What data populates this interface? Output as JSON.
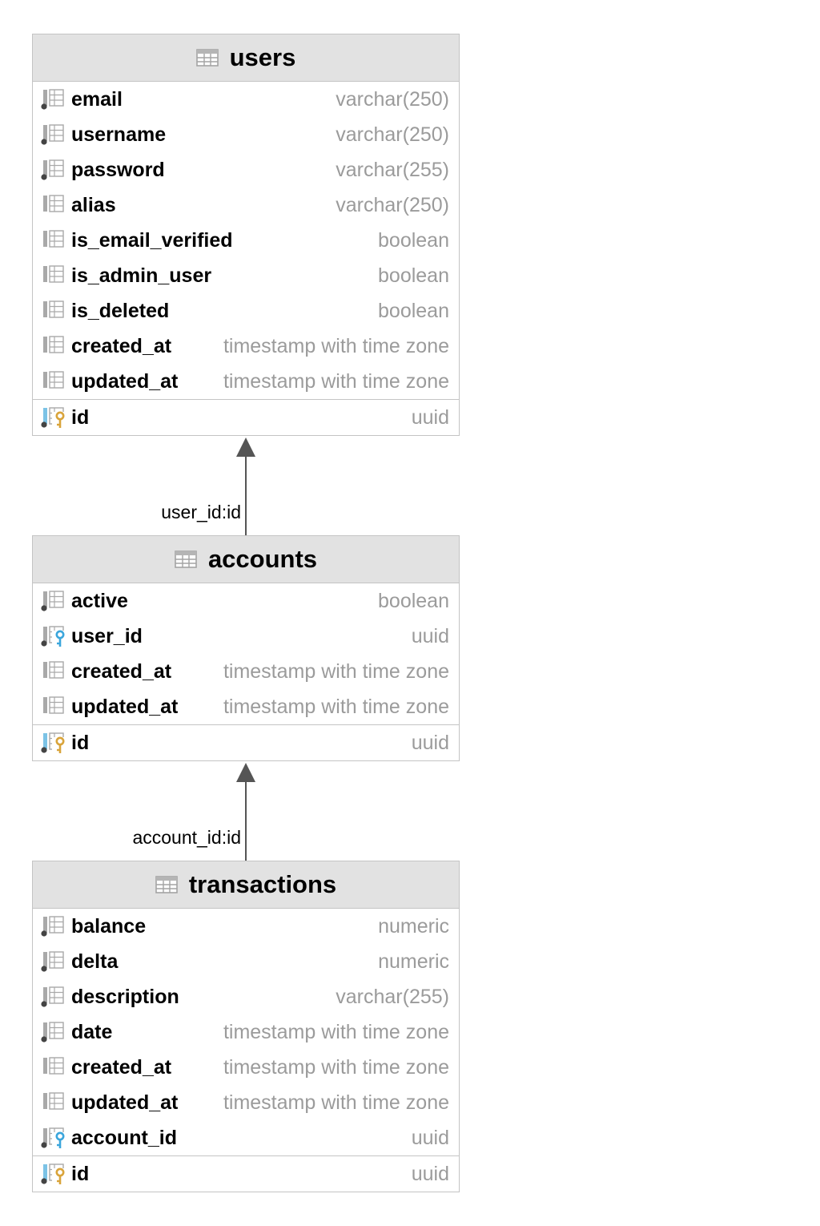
{
  "colors": {
    "header_bg": "#e2e2e2",
    "border": "#c4c4c4",
    "type_text": "#9b9b9b",
    "pk_key": "#d9a43b",
    "fk_key": "#3ba6dc",
    "connector": "#555555"
  },
  "entities": {
    "users": {
      "title": "users",
      "columns": [
        {
          "name": "email",
          "type": "varchar(250)",
          "icon": "column-indexed-icon"
        },
        {
          "name": "username",
          "type": "varchar(250)",
          "icon": "column-indexed-icon"
        },
        {
          "name": "password",
          "type": "varchar(255)",
          "icon": "column-indexed-icon"
        },
        {
          "name": "alias",
          "type": "varchar(250)",
          "icon": "column-icon"
        },
        {
          "name": "is_email_verified",
          "type": "boolean",
          "icon": "column-icon"
        },
        {
          "name": "is_admin_user",
          "type": "boolean",
          "icon": "column-icon"
        },
        {
          "name": "is_deleted",
          "type": "boolean",
          "icon": "column-icon"
        },
        {
          "name": "created_at",
          "type": "timestamp with time zone",
          "icon": "column-icon"
        },
        {
          "name": "updated_at",
          "type": "timestamp with time zone",
          "icon": "column-icon"
        }
      ],
      "primary_key": {
        "name": "id",
        "type": "uuid",
        "icon": "primary-key-icon"
      }
    },
    "accounts": {
      "title": "accounts",
      "columns": [
        {
          "name": "active",
          "type": "boolean",
          "icon": "column-indexed-icon"
        },
        {
          "name": "user_id",
          "type": "uuid",
          "icon": "foreign-key-icon"
        },
        {
          "name": "created_at",
          "type": "timestamp with time zone",
          "icon": "column-icon"
        },
        {
          "name": "updated_at",
          "type": "timestamp with time zone",
          "icon": "column-icon"
        }
      ],
      "primary_key": {
        "name": "id",
        "type": "uuid",
        "icon": "primary-key-icon"
      }
    },
    "transactions": {
      "title": "transactions",
      "columns": [
        {
          "name": "balance",
          "type": "numeric",
          "icon": "column-indexed-icon"
        },
        {
          "name": "delta",
          "type": "numeric",
          "icon": "column-indexed-icon"
        },
        {
          "name": "description",
          "type": "varchar(255)",
          "icon": "column-indexed-icon"
        },
        {
          "name": "date",
          "type": "timestamp with time zone",
          "icon": "column-indexed-icon"
        },
        {
          "name": "created_at",
          "type": "timestamp with time zone",
          "icon": "column-icon"
        },
        {
          "name": "updated_at",
          "type": "timestamp with time zone",
          "icon": "column-icon"
        },
        {
          "name": "account_id",
          "type": "uuid",
          "icon": "foreign-key-icon"
        }
      ],
      "primary_key": {
        "name": "id",
        "type": "uuid",
        "icon": "primary-key-icon"
      }
    }
  },
  "relations": [
    {
      "label": "user_id:id",
      "from": "accounts",
      "to": "users"
    },
    {
      "label": "account_id:id",
      "from": "transactions",
      "to": "accounts"
    }
  ]
}
